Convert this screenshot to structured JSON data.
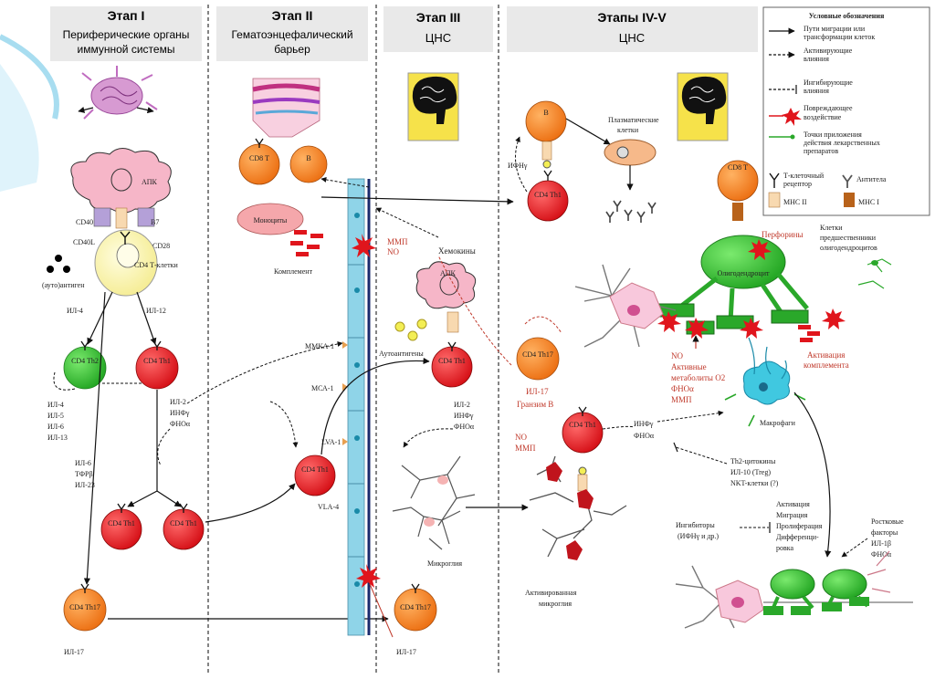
{
  "stages": [
    {
      "title": "Этап I",
      "subtitle_lines": [
        "Периферические органы",
        "иммунной системы"
      ]
    },
    {
      "title": "Этап II",
      "subtitle_lines": [
        "Гематоэнцефалический",
        "барьер"
      ]
    },
    {
      "title": "Этап III",
      "subtitle_lines": [
        "ЦНС"
      ]
    },
    {
      "title": "Этапы IV-V",
      "subtitle_lines": [
        "ЦНС"
      ]
    }
  ],
  "legend": {
    "title": "Условные обозначения",
    "items": [
      {
        "kind": "solid-arrow",
        "lines": [
          "Пути миграции или",
          "трансформации клеток"
        ]
      },
      {
        "kind": "dashed-arrow",
        "lines": [
          "Активирующие",
          "влияния"
        ]
      },
      {
        "kind": "dashed-inhibit",
        "lines": [
          "Ингибирующие",
          "влияния"
        ]
      },
      {
        "kind": "damage",
        "lines": [
          "Повреждающее",
          "воздействие"
        ]
      },
      {
        "kind": "drug-point",
        "lines": [
          "Точки приложения",
          "действия лекарственных",
          "препаратов"
        ]
      }
    ],
    "symbols": {
      "tcr": [
        "Т-клеточный",
        "рецептор"
      ],
      "antibody": "Антитела",
      "mhc2": "MHC II",
      "mhc1": "MHC I"
    }
  },
  "labels": {
    "apk": "АПК",
    "cd40": "CD40",
    "b7": "B7",
    "cd40l": "CD40L",
    "cd28": "CD28",
    "cd4_t_cells": "CD4 Т-клетки",
    "autoantigen": "(ауто)антиген",
    "il4": "ИЛ-4",
    "il12": "ИЛ-12",
    "cd4_th2": "CD4 Th2",
    "cd4_th1": "CD4 Th1",
    "th2_cytokines": [
      "ИЛ-4",
      "ИЛ-5",
      "ИЛ-6",
      "ИЛ-13"
    ],
    "th1_cytokines": [
      "ИЛ-2",
      "ИНФγ",
      "ФНОα"
    ],
    "th17_factors": [
      "ИЛ-6",
      "ТФРβ",
      "ИЛ-23"
    ],
    "cd4_th17": "CD4 Th17",
    "il17": "ИЛ-17",
    "cd8_t": "CD8 Т",
    "b": "B",
    "monocytes": "Моноциты",
    "complement": "Комплемент",
    "mmp_no": [
      "ММП",
      "NO"
    ],
    "chemokines": "Хемокины",
    "mmka1": "ММКА-1",
    "mca1": "МСА-1",
    "lva1": "LVA-1",
    "vla4": "VLA-4",
    "autoantigens": "Аутоантигены",
    "stage3_th1_cytokines": [
      "ИЛ-2",
      "ИНФγ",
      "ФНОα"
    ],
    "microglia": "Микроглия",
    "plasma_cells": [
      "Плазматические",
      "клетки"
    ],
    "ifn_gamma": "ИФНγ",
    "granzyme": "Гранзим B",
    "no_mmp": [
      "NO",
      "ММП"
    ],
    "perforins": "Перфорины",
    "oligodendrocyte": "Олигодендроцит",
    "oligo_precursors": [
      "Клетки",
      "предшественники",
      "олигодендроцитов"
    ],
    "active_metabolites": [
      "NO",
      "Активные",
      "метаболиты O2",
      "ФНОα",
      "ММП"
    ],
    "complement_activation": [
      "Активация",
      "комплемента"
    ],
    "inf_fno": [
      "ИНФγ",
      "ФНОα"
    ],
    "macrophages": "Макрофаги",
    "th2_cytokines_treg": [
      "Th2-цитокины",
      "ИЛ-10 (Treg)",
      "NKT-клетки (?)"
    ],
    "activated_microglia": [
      "Активированная",
      "микроглия"
    ],
    "repair_processes": [
      "Активация",
      "Миграция",
      "Пролиферация",
      "Дифференци-",
      "ровка"
    ],
    "inhibitors": [
      "Ингибиторы",
      "(ИФНγ и др.)"
    ],
    "growth_factors": [
      "Ростковые",
      "факторы",
      "ИЛ-1β",
      "ФНОα"
    ]
  },
  "colors": {
    "th1_red": "#e0151c",
    "th2_green": "#2fb52f",
    "th17_orange": "#f07a1c",
    "apc_pink": "#f6b6c8",
    "cd4_yellow": "#fbf5b2",
    "bbb_blue": "#8fd4e8",
    "oligo_green": "#2aa82a",
    "damage_red": "#e0151c",
    "label_red": "#c0392b"
  }
}
